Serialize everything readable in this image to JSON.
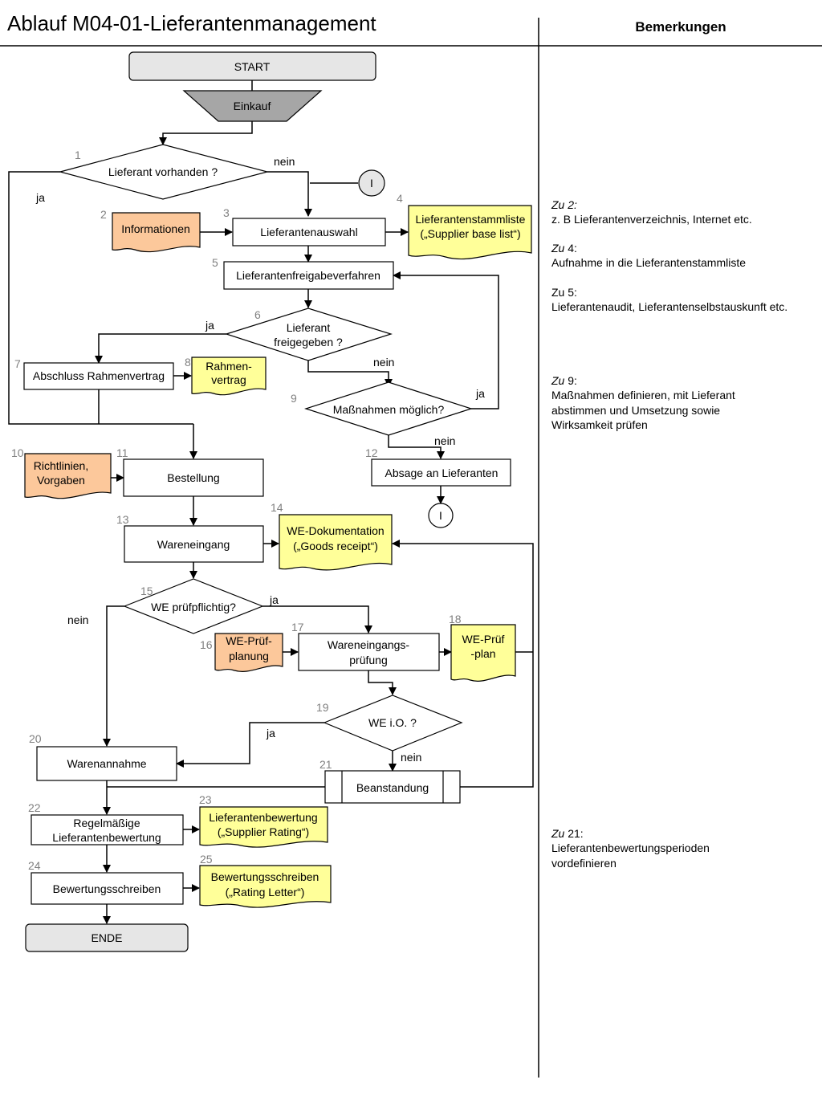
{
  "header": {
    "title": "Ablauf M04-01-Lieferantenmanagement",
    "remarks_title": "Bemerkungen"
  },
  "colors": {
    "terminal": "#e6e6e6",
    "manual_op": "#a6a6a6",
    "document_yellow": "#ffff99",
    "document_orange": "#fcc89b",
    "line": "#000000",
    "step_number": "#808080"
  },
  "nodes": {
    "start": {
      "label": "START"
    },
    "einkauf": {
      "label": "Einkauf"
    },
    "n1": {
      "num": "1",
      "label": "Lieferant vorhanden ?"
    },
    "connector_top": {
      "label": "I"
    },
    "n2": {
      "num": "2",
      "label": "Informationen"
    },
    "n3": {
      "num": "3",
      "label": "Lieferantenauswahl"
    },
    "n4": {
      "num": "4",
      "line1": "Lieferantenstammliste",
      "line2": "(„Supplier base list“)"
    },
    "n5": {
      "num": "5",
      "label": "Lieferantenfreigabeverfahren"
    },
    "n6": {
      "num": "6",
      "line1": "Lieferant",
      "line2": "freigegeben ?"
    },
    "n7": {
      "num": "7",
      "label": "Abschluss Rahmenvertrag"
    },
    "n8": {
      "num": "8",
      "line1": "Rahmen-",
      "line2": "vertrag"
    },
    "n9": {
      "num": "9",
      "label": "Maßnahmen möglich?"
    },
    "n10": {
      "num": "10",
      "line1": "Richtlinien,",
      "line2": "Vorgaben"
    },
    "n11": {
      "num": "11",
      "label": "Bestellung"
    },
    "n12": {
      "num": "12",
      "label": "Absage an Lieferanten"
    },
    "connector_bottom": {
      "label": "I"
    },
    "n13": {
      "num": "13",
      "label": "Wareneingang"
    },
    "n14": {
      "num": "14",
      "line1": "WE-Dokumentation",
      "line2": "(„Goods receipt“)"
    },
    "n15": {
      "num": "15",
      "label": "WE prüfpflichtig?"
    },
    "n16": {
      "num": "16",
      "line1": "WE-Prüf-",
      "line2": "planung"
    },
    "n17": {
      "num": "17",
      "line1": "Wareneingangs-",
      "line2": "prüfung"
    },
    "n18": {
      "num": "18",
      "line1": "WE-Prüf",
      "line2": "-plan"
    },
    "n19": {
      "num": "19",
      "label": "WE i.O. ?"
    },
    "n20": {
      "num": "20",
      "label": "Warenannahme"
    },
    "n21": {
      "num": "21",
      "label": "Beanstandung"
    },
    "n22": {
      "num": "22",
      "line1": "Regelmäßige",
      "line2": "Lieferantenbewertung"
    },
    "n23": {
      "num": "23",
      "line1": "Lieferantenbewertung",
      "line2": "(„Supplier Rating“)"
    },
    "n24": {
      "num": "24",
      "label": "Bewertungsschreiben"
    },
    "n25": {
      "num": "25",
      "line1": "Bewertungsschreiben",
      "line2": "(„Rating Letter“)"
    },
    "ende": {
      "label": "ENDE"
    }
  },
  "edge_labels": {
    "n1_nein": "nein",
    "n1_ja": "ja",
    "n6_ja": "ja",
    "n6_nein": "nein",
    "n9_ja": "ja",
    "n9_nein": "nein",
    "n15_ja": "ja",
    "n15_nein": "nein",
    "n19_ja": "ja",
    "n19_nein": "nein"
  },
  "remarks": [
    {
      "prefix": "Zu",
      "ref": "2:",
      "text": "z. B Lieferantenverzeichnis, Internet etc."
    },
    {
      "prefix": "Zu",
      "ref": "4:",
      "text": "Aufnahme in die Lieferantenstammliste"
    },
    {
      "prefix": "Zu 5:",
      "ref": "",
      "text": "Lieferantenaudit, Lieferantenselbstauskunft etc."
    },
    {
      "prefix": "Zu",
      "ref": "9:",
      "text": "Maßnahmen definieren, mit Lieferant abstimmen und Umsetzung sowie Wirksamkeit prüfen"
    },
    {
      "prefix": "Zu",
      "ref": "21:",
      "text": "Lieferantenbewertungsperioden vordefinieren"
    }
  ]
}
